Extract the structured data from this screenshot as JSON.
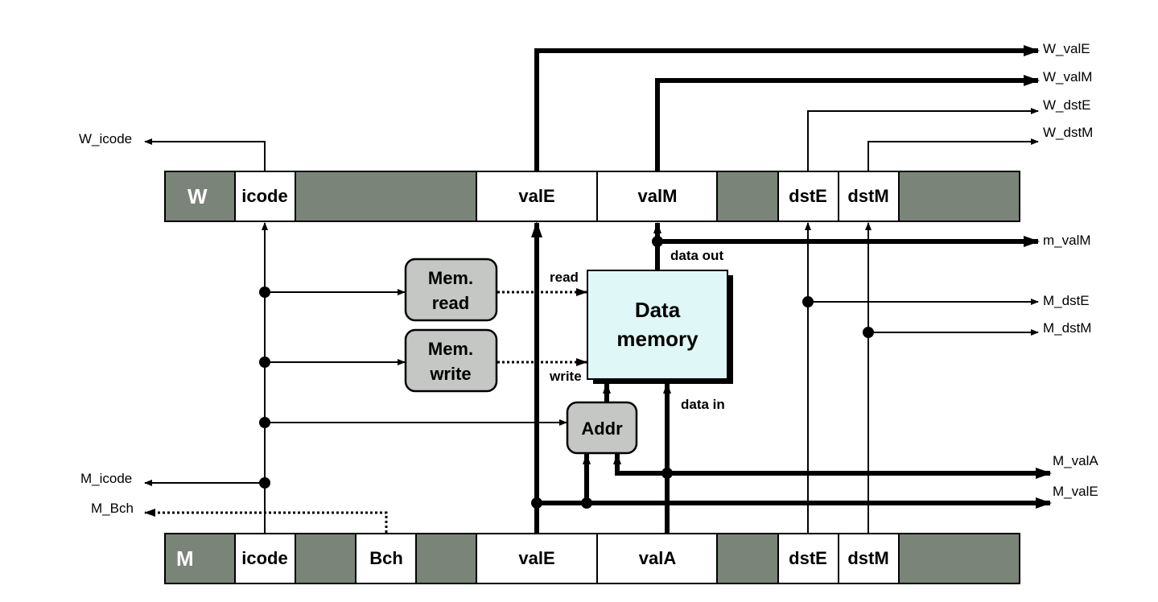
{
  "pipeline": {
    "w_register": {
      "stage": "W",
      "fields": {
        "icode": "icode",
        "valE": "valE",
        "valM": "valM",
        "dstE": "dstE",
        "dstM": "dstM"
      }
    },
    "m_register": {
      "stage": "M",
      "fields": {
        "icode": "icode",
        "Bch": "Bch",
        "valE": "valE",
        "valA": "valA",
        "dstE": "dstE",
        "dstM": "dstM"
      }
    }
  },
  "blocks": {
    "mem_read": [
      "Mem.",
      "read"
    ],
    "mem_write": [
      "Mem.",
      "write"
    ],
    "addr": "Addr",
    "data_memory": [
      "Data",
      "memory"
    ]
  },
  "port_labels": {
    "read": "read",
    "write": "write",
    "data_out": "data out",
    "data_in": "data in"
  },
  "signals": {
    "W_valE": "W_valE",
    "W_valM": "W_valM",
    "W_dstE": "W_dstE",
    "W_dstM": "W_dstM",
    "W_icode": "W_icode",
    "m_valM": "m_valM",
    "M_dstE": "M_dstE",
    "M_dstM": "M_dstM",
    "M_valA": "M_valA",
    "M_valE": "M_valE",
    "M_icode": "M_icode",
    "M_Bch": "M_Bch"
  }
}
